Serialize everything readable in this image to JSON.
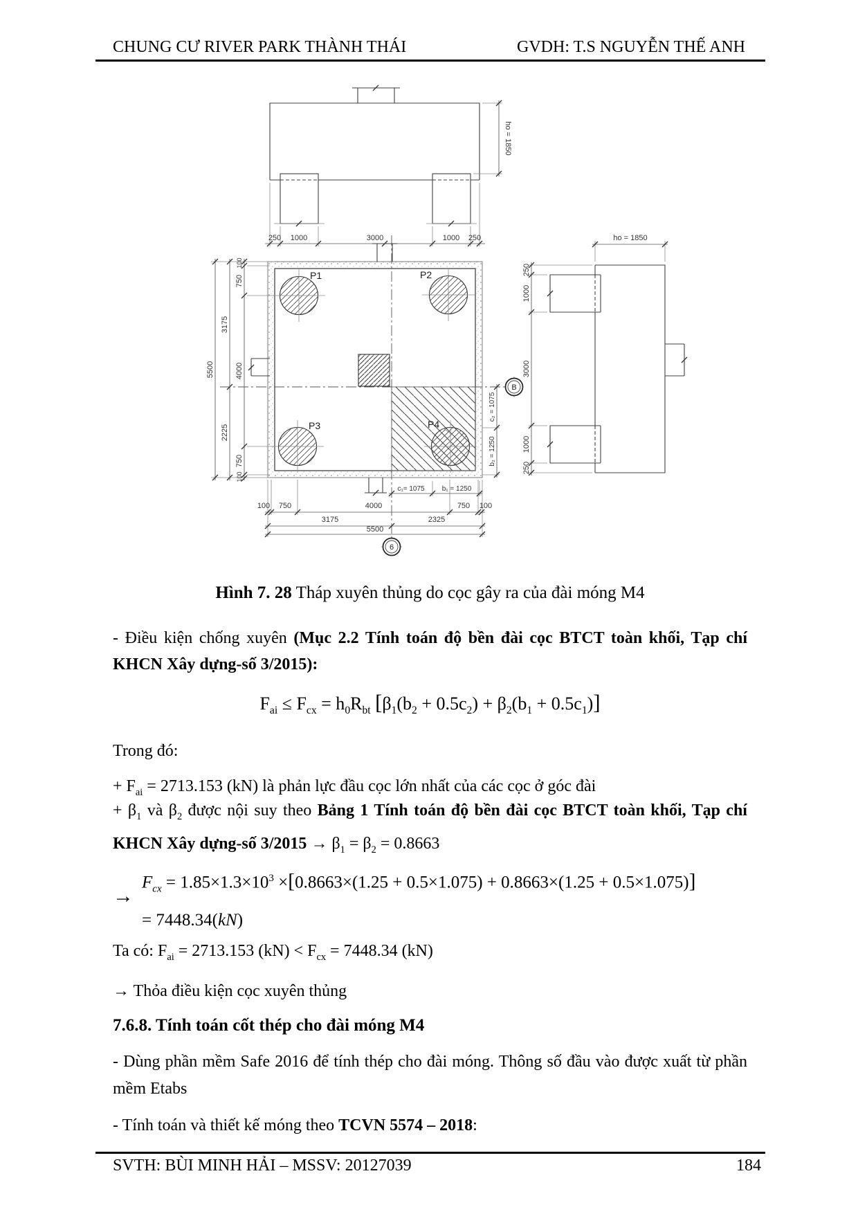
{
  "header": {
    "left": "CHUNG CƯ RIVER PARK THÀNH THÁI",
    "right": "GVDH: T.S NGUYỄN THẾ ANH"
  },
  "drawing": {
    "ho_top": "ho = 1850",
    "ho_right": "ho = 1850",
    "top_chain": [
      "250",
      "1000",
      "3000",
      "1000",
      "250"
    ],
    "left_inner": [
      "100",
      "750",
      "4000",
      "750",
      "100"
    ],
    "left_mid": [
      "3175",
      "2225"
    ],
    "total": "5500",
    "c1": "c₁= 1075",
    "b1": "b₁ = 1250",
    "c2": "c₂ = 1075",
    "b2": "b₂ = 1250",
    "bottom_chain": [
      "100",
      "750",
      "4000",
      "750",
      "100"
    ],
    "bottom_mid": [
      "3175",
      "2325"
    ],
    "right_chain": [
      "250",
      "1000",
      "3000",
      "1000",
      "250"
    ],
    "piles": [
      "P1",
      "P2",
      "P3",
      "P4"
    ],
    "bubble_b": "B",
    "bubble_6": "6"
  },
  "figure_caption": {
    "bold": "Hình 7. 28",
    "text": " Tháp xuyên thủng do cọc gây ra của đài móng M4"
  },
  "body": {
    "p1_regular": "- Điều kiện chống xuyên ",
    "p1_bold": "(Mục 2.2 Tính toán độ bền đài cọc BTCT toàn khối, Tạp chí KHCN Xây dựng-số 3/2015):",
    "formula1": [
      {
        "t": "F"
      },
      {
        "s": "ai"
      },
      {
        "t": " ≤ F"
      },
      {
        "s": "cx"
      },
      {
        "t": " = h"
      },
      {
        "s": "0"
      },
      {
        "t": "R"
      },
      {
        "s": "bt"
      },
      {
        "t": " "
      },
      {
        "t": "[",
        "big": true
      },
      {
        "t": "β"
      },
      {
        "s": "1"
      },
      {
        "t": "(b"
      },
      {
        "s": "2"
      },
      {
        "t": " + 0.5c"
      },
      {
        "s": "2"
      },
      {
        "t": ") + β"
      },
      {
        "s": "2"
      },
      {
        "t": "(b"
      },
      {
        "s": "1"
      },
      {
        "t": " + 0.5c"
      },
      {
        "s": "1"
      },
      {
        "t": ")"
      },
      {
        "t": "]",
        "big": true
      }
    ],
    "trong_do": "Trong đó:",
    "fai_line": [
      {
        "t": "+ F"
      },
      {
        "s": "ai"
      },
      {
        "t": " = 2713.153 (kN) là phản lực đầu cọc lớn nhất của các cọc ở góc đài"
      }
    ],
    "beta_line": [
      {
        "t": "+ β"
      },
      {
        "s": "1"
      },
      {
        "t": " và β"
      },
      {
        "s": "2"
      },
      {
        "t": " được nội suy theo "
      },
      {
        "t": "Bảng 1 Tính toán độ bền đài cọc BTCT toàn khối, Tạp chí KHCN Xây dựng-số 3/2015",
        "b": true
      },
      {
        "t": " → β"
      },
      {
        "s": "1"
      },
      {
        "t": " = β"
      },
      {
        "s": "2"
      },
      {
        "t": " = 0.8663"
      }
    ],
    "arrow": "→",
    "formula2_l1": [
      {
        "t": "F",
        "i": true
      },
      {
        "s": "cx",
        "i": true
      },
      {
        "t": " = 1.85×1.3×10"
      },
      {
        "p": "3"
      },
      {
        "t": " ×"
      },
      {
        "t": "[",
        "big": true
      },
      {
        "t": "0.8663×"
      },
      {
        "t": "(1.25 + 0.5×1.075)"
      },
      {
        "t": " + 0.8663×"
      },
      {
        "t": "(1.25 + 0.5×1.075)"
      },
      {
        "t": "]",
        "big": true
      }
    ],
    "formula2_l2": [
      {
        "t": "= 7448.34("
      },
      {
        "t": "kN",
        "i": true
      },
      {
        "t": ")"
      }
    ],
    "taco_line": [
      {
        "t": "Ta có:  F"
      },
      {
        "s": "ai"
      },
      {
        "t": " = 2713.153 (kN) < F"
      },
      {
        "s": "cx"
      },
      {
        "t": " = 7448.34 (kN)"
      }
    ],
    "thoa_line": "→ Thỏa điều kiện cọc xuyên thủng",
    "heading": "7.6.8. Tính toán cốt thép cho đài móng M4",
    "p2": "- Dùng phần mềm Safe 2016 để tính thép cho đài móng. Thông số đầu vào được xuất từ phần mềm Etabs",
    "p3_regular": "- Tính toán và thiết kế móng theo ",
    "p3_bold": "TCVN 5574 – 2018",
    "p3_colon": ":"
  },
  "footer": {
    "left": "SVTH: BÙI MINH HẢI – MSSV: 20127039",
    "page": "184"
  }
}
